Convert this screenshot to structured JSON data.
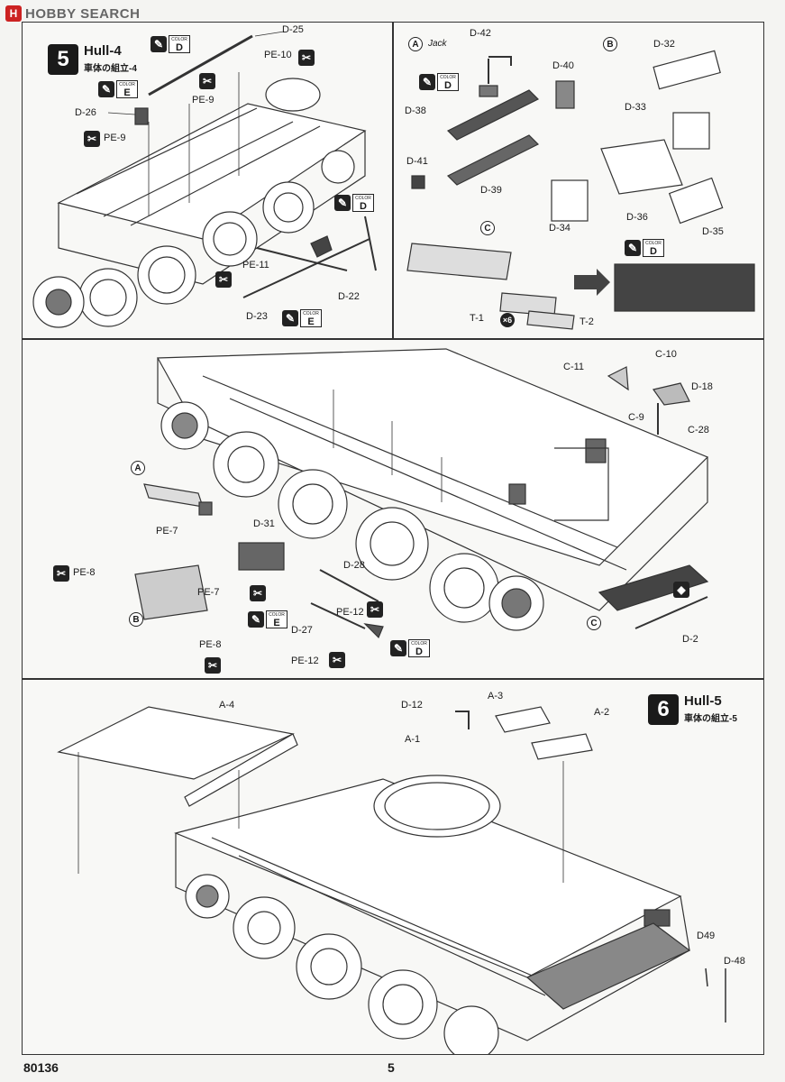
{
  "header": {
    "logo_glyph": "H",
    "site": "HOBBY SEARCH"
  },
  "step5": {
    "number": "5",
    "title": "Hull-4",
    "subtitle": "車体の組立-4",
    "labels": [
      "D-25",
      "PE-10",
      "D-26",
      "PE-9",
      "PE-9",
      "D-22",
      "PE-11",
      "D-23"
    ],
    "colors": [
      "D",
      "E",
      "D",
      "E"
    ]
  },
  "subA": {
    "mark": "A",
    "name": "Jack",
    "labels": [
      "D-42",
      "D-40",
      "D-38",
      "D-41",
      "D-39"
    ],
    "color": "D"
  },
  "subB": {
    "mark": "B",
    "labels": [
      "D-32",
      "D-33",
      "D-34",
      "D-36",
      "D-35"
    ]
  },
  "subC": {
    "mark": "C",
    "labels": [
      "T-1",
      "T-2"
    ],
    "count": "×6",
    "color": "D"
  },
  "mid": {
    "labels": [
      "C-10",
      "C-11",
      "D-18",
      "C-9",
      "C-28",
      "PE-7",
      "D-31",
      "PE-8",
      "D-28",
      "PE-7",
      "PE-12",
      "D-27",
      "PE-8",
      "PE-12",
      "D-2"
    ],
    "marks": [
      "A",
      "B",
      "C"
    ],
    "colors": [
      "E",
      "D"
    ]
  },
  "step6": {
    "number": "6",
    "title": "Hull-5",
    "subtitle": "車体の組立-5",
    "labels": [
      "A-4",
      "D-12",
      "A-3",
      "A-1",
      "A-2",
      "D49",
      "D-48"
    ]
  },
  "icons": {
    "cut": "scissors-icon",
    "paint": "brush-icon",
    "glue": "glue-icon"
  },
  "colorbox_word": "COLOR",
  "footer": {
    "code": "80136",
    "page": "5"
  }
}
